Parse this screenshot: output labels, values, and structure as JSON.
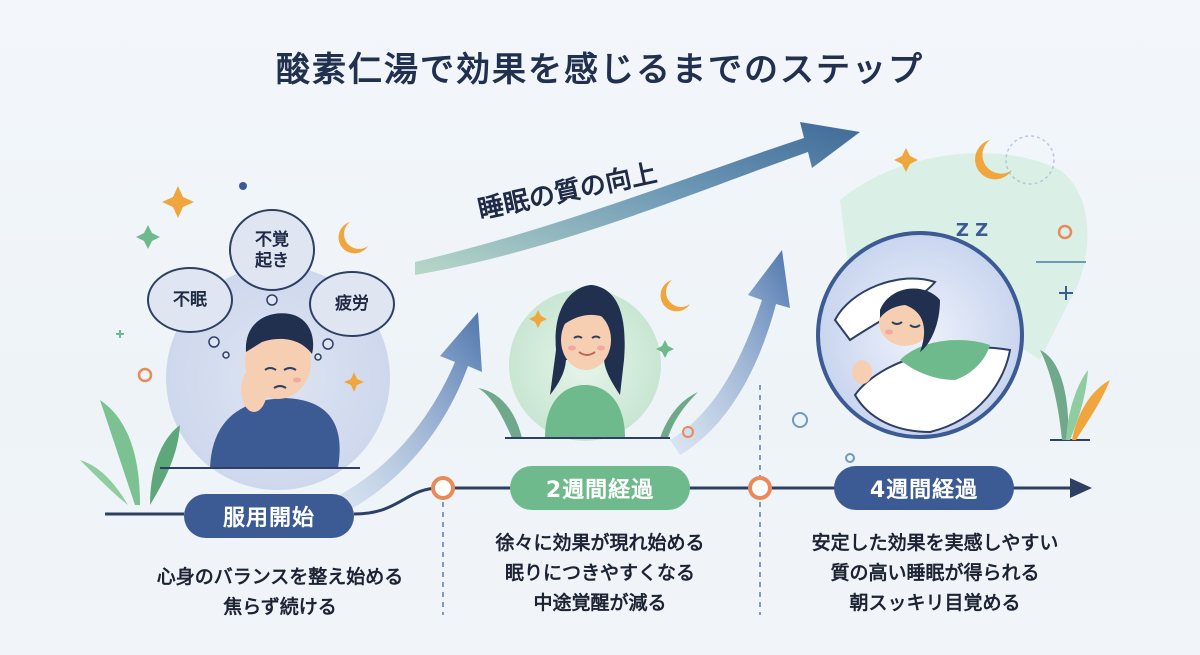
{
  "title": "酸素仁湯で効果を感じるまでのステップ",
  "arrow_label": "睡眠の質の向上",
  "worries": [
    "不眠",
    "不覚起き",
    "疲労"
  ],
  "steps": [
    {
      "label": "服用開始",
      "lines": [
        "心身のバランスを整え始める",
        "焦らず続ける"
      ]
    },
    {
      "label": "2週間経過",
      "lines": [
        "徐々に効果が現れ始める",
        "眠りにつきやすくなる",
        "中途覚醒が減る"
      ]
    },
    {
      "label": "4週間経過",
      "lines": [
        "安定した効果を実感しやすい",
        "質の高い睡眠が得られる",
        "朝スッキリ目覚める"
      ]
    }
  ],
  "sleep_text": "Z Z",
  "colors": {
    "navy": "#3c5a93",
    "green": "#6fba8d",
    "orange": "#e98a5a",
    "accent": "#f0a63c"
  }
}
